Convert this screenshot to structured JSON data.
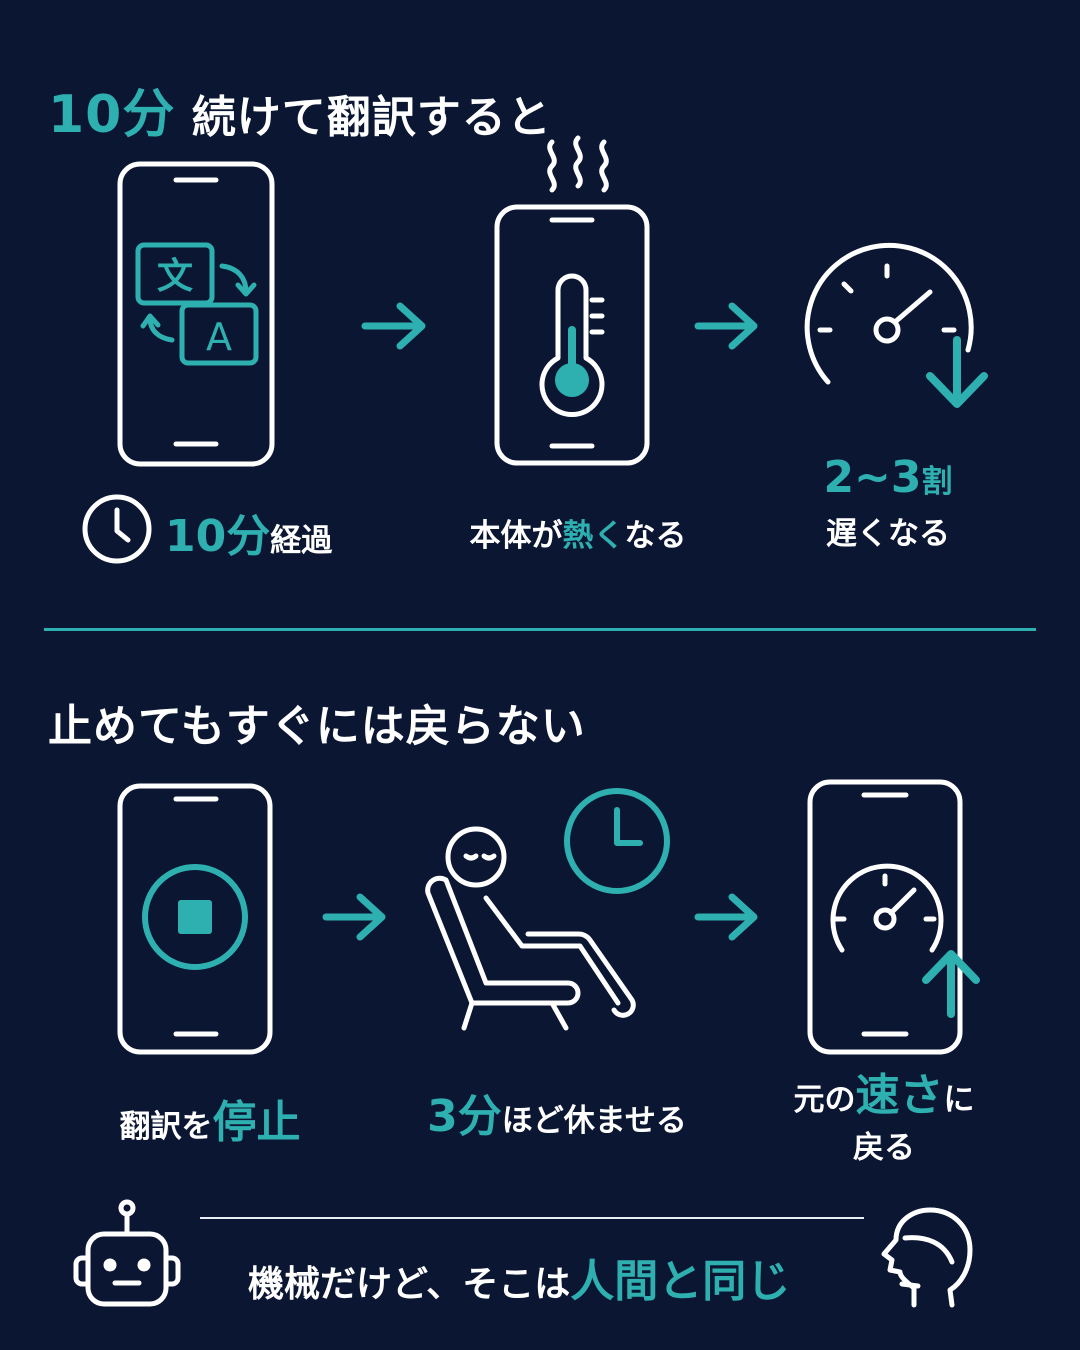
{
  "colors": {
    "background": "#0b1633",
    "accent": "#2fb0b0",
    "line": "#ffffff"
  },
  "section1": {
    "heading_accent": "10分",
    "heading_rest": "続けて翻訳すると",
    "step1": {
      "icon": "phone-translate-icon",
      "clock_icon": "clock-icon",
      "accent": "10分",
      "rest": "経過"
    },
    "step2": {
      "icon": "phone-thermometer-icon",
      "pre": "本体が",
      "accent": "熱く",
      "post": "なる"
    },
    "step3": {
      "icon": "speedometer-down-icon",
      "accent_num": "2~3",
      "accent_unit": "割",
      "rest": "遅くなる"
    }
  },
  "section2": {
    "heading": "止めてもすぐには戻らない",
    "step1": {
      "icon": "phone-stop-icon",
      "pre": "翻訳を",
      "accent": "停止"
    },
    "step2": {
      "icon": "resting-person-icon",
      "accent": "3分",
      "rest": "ほど休ませる"
    },
    "step3": {
      "icon": "phone-speedometer-up-icon",
      "pre": "元の",
      "accent": "速さ",
      "post": "に",
      "line2": "戻る"
    }
  },
  "footer": {
    "left_icon": "robot-icon",
    "right_icon": "human-head-icon",
    "text": "機械だけど、そこは",
    "accent": "人間と同じ"
  }
}
